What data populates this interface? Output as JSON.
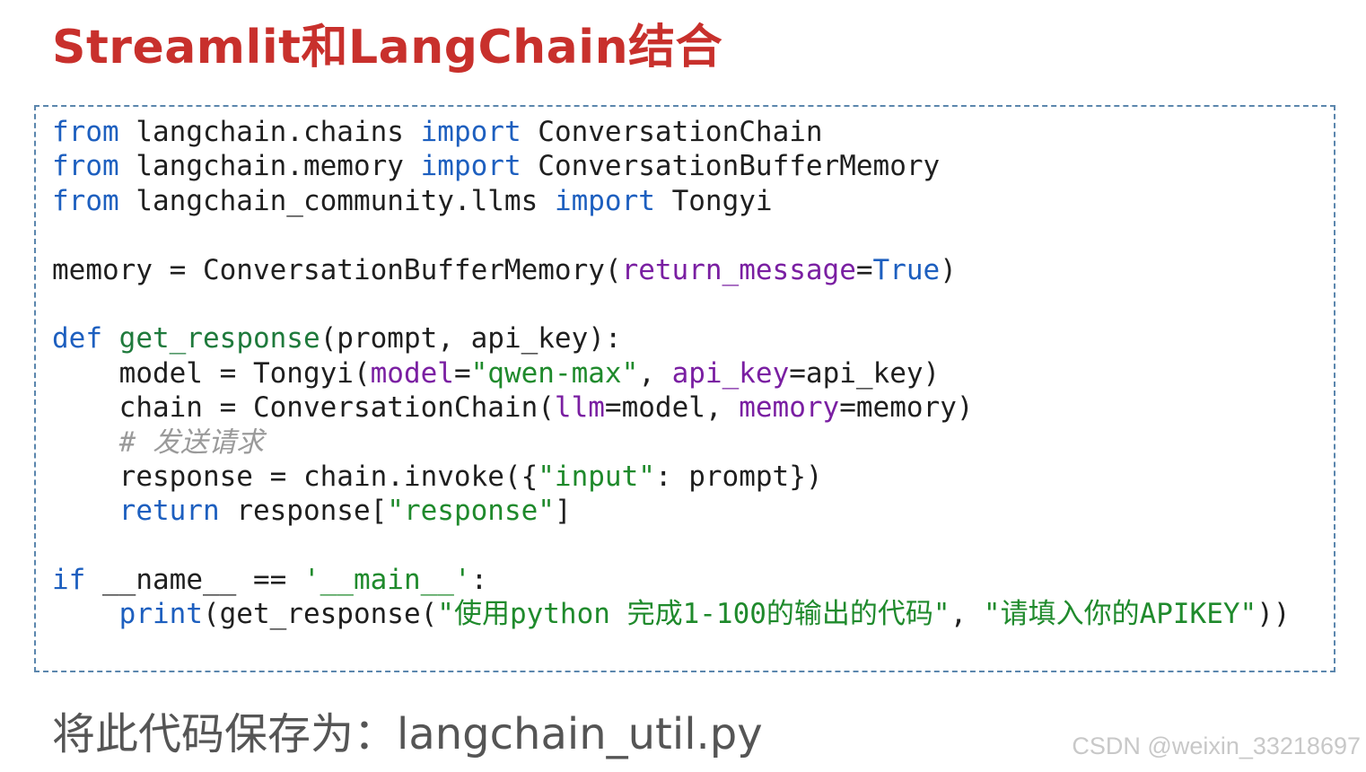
{
  "title": "Streamlit和LangChain结合",
  "code": {
    "kw_from": "from",
    "kw_import": "import",
    "kw_def": "def",
    "kw_return": "return",
    "kw_if": "if",
    "mod_chains": "langchain.chains",
    "mod_memory": "langchain.memory",
    "mod_llms": "langchain_community.llms",
    "cls_chain": "ConversationChain",
    "cls_memory": "ConversationBufferMemory",
    "cls_tongyi": "Tongyi",
    "line4_prefix": "memory = ConversationBufferMemory(",
    "param_return_message": "return_message",
    "eq": "=",
    "val_true": "True",
    "close_paren": ")",
    "fn_get_response": "get_response",
    "def_args": "(prompt, api_key):",
    "model_prefix": "model = Tongyi(",
    "param_model": "model",
    "str_qwen": "\"qwen-max\"",
    "comma_space": ", ",
    "param_api_key": "api_key",
    "model_suffix": "=api_key)",
    "chain_prefix": "chain = ConversationChain(",
    "param_llm": "llm",
    "llm_value": "=model, ",
    "param_memory": "memory",
    "memory_suffix": "=memory)",
    "comment": "# 发送请求",
    "response_prefix": "response = chain.invoke({",
    "str_input": "\"input\"",
    "response_suffix": ": prompt})",
    "return_rest": "response[",
    "str_response": "\"response\"",
    "close_bracket": "]",
    "if_mid": "__name__ == ",
    "str_main": "'__main__'",
    "colon": ":",
    "fn_print": "print",
    "print_mid": "(get_response(",
    "str_prompt": "\"使用python 完成1-100的输出的代码\"",
    "str_apikey": "\"请填入你的APIKEY\"",
    "close_double": "))"
  },
  "save_note": "将此代码保存为：langchain_util.py",
  "watermark": "CSDN @weixin_33218697",
  "colors": {
    "title": "#c8302c",
    "keyword": "#1d5fbf",
    "string": "#1f8a2c",
    "parameter": "#7a1fa2",
    "border": "#5b86ad"
  }
}
